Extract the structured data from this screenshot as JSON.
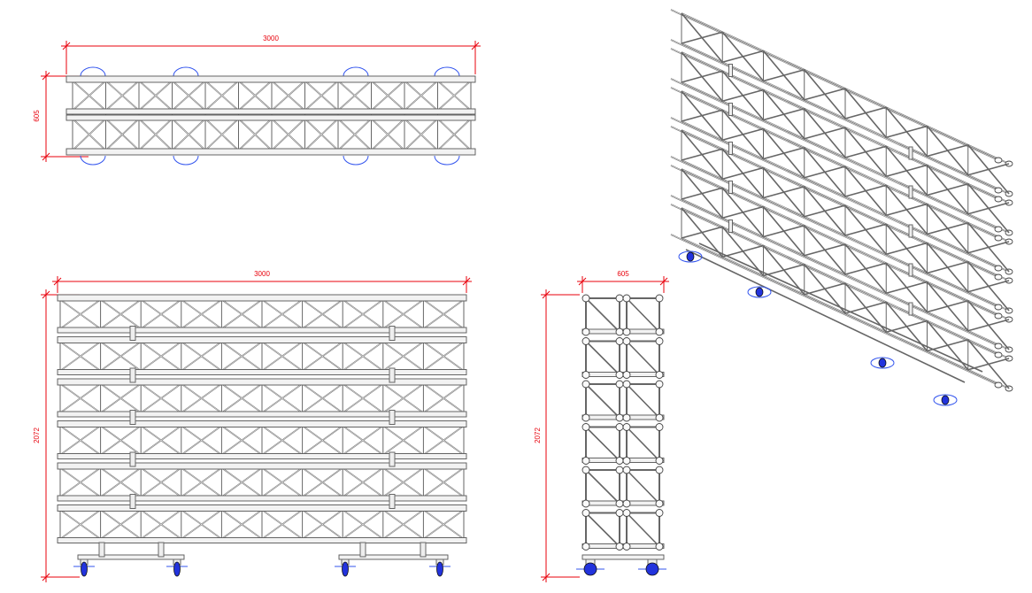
{
  "top_view": {
    "width_label": "3000",
    "depth_label": "605"
  },
  "front_view": {
    "width_label": "3000",
    "height_label": "2072"
  },
  "side_view": {
    "depth_label": "605",
    "height_label": "2072"
  },
  "isometric_view": {
    "truss_units": 6
  },
  "colors": {
    "dimension": "#e8000b",
    "caster": "#2233dd",
    "truss": "#666666"
  }
}
